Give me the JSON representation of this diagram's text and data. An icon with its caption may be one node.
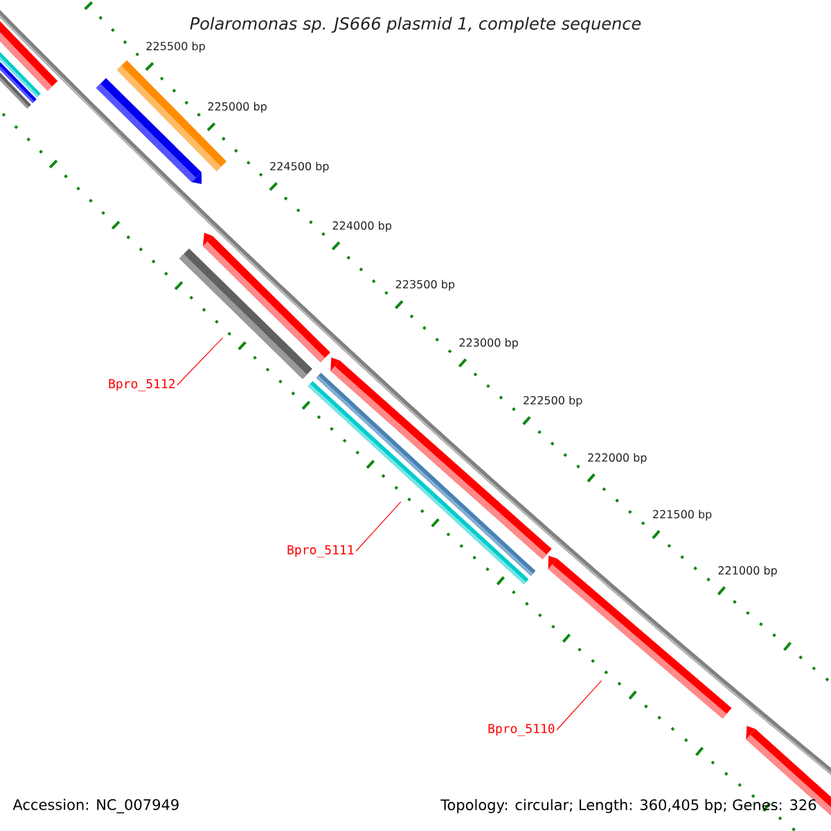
{
  "diagram": {
    "title": "Polaromonas sp. JS666 plasmid 1, complete sequence",
    "nodes": [
      {
        "text": [
          "Bpro_5112"
        ]
      },
      {
        "text": [],
        "shape": "bar"
      },
      {
        "text": [
          "Bpro_5111"
        ]
      },
      {
        "text": [],
        "shape": "bar"
      },
      {
        "text": [
          "Bpro_5110"
        ]
      },
      {
        "text": [],
        "shape": "bar"
      }
    ],
    "edges": [
      {
        "from": 0,
        "to": 1,
        "arrow": "none"
      },
      {
        "from": 2,
        "to": 3,
        "arrow": "none"
      },
      {
        "from": 4,
        "to": 5,
        "arrow": "none"
      }
    ],
    "labels": [
      "225500 bp",
      "225000 bp",
      "224500 bp",
      "224000 bp",
      "223500 bp",
      "223000 bp",
      "222500 bp",
      "222000 bp",
      "221500 bp",
      "221000 bp",
      "Accession: NC_007949",
      "Topology: circular; Length: 360,405 bp; Genes: 326"
    ]
  }
}
